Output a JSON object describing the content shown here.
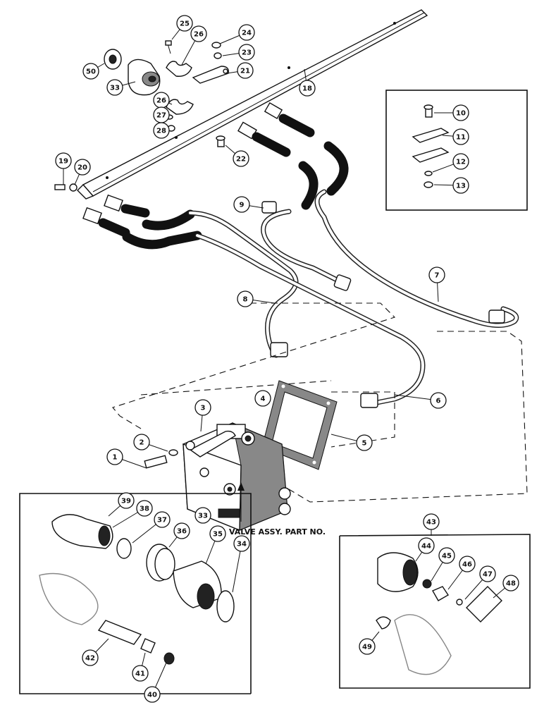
{
  "valve_label": "VALVE ASSY. PART NO.",
  "callouts": [
    {
      "id": "c1",
      "label": "1"
    },
    {
      "id": "c2",
      "label": "2"
    },
    {
      "id": "c3",
      "label": "3"
    },
    {
      "id": "c4",
      "label": "4"
    },
    {
      "id": "c5",
      "label": "5"
    },
    {
      "id": "c6",
      "label": "6"
    },
    {
      "id": "c7",
      "label": "7"
    },
    {
      "id": "c8",
      "label": "8"
    },
    {
      "id": "c9",
      "label": "9"
    },
    {
      "id": "c10",
      "label": "10"
    },
    {
      "id": "c11",
      "label": "11"
    },
    {
      "id": "c12",
      "label": "12"
    },
    {
      "id": "c13",
      "label": "13"
    },
    {
      "id": "c18",
      "label": "18"
    },
    {
      "id": "c19",
      "label": "19"
    },
    {
      "id": "c20",
      "label": "20"
    },
    {
      "id": "c21",
      "label": "21"
    },
    {
      "id": "c22",
      "label": "22"
    },
    {
      "id": "c23",
      "label": "23"
    },
    {
      "id": "c24",
      "label": "24"
    },
    {
      "id": "c25",
      "label": "25"
    },
    {
      "id": "c26a",
      "label": "26"
    },
    {
      "id": "c26b",
      "label": "26"
    },
    {
      "id": "c27",
      "label": "27"
    },
    {
      "id": "c28",
      "label": "28"
    },
    {
      "id": "c33a",
      "label": "33"
    },
    {
      "id": "c33b",
      "label": "33"
    },
    {
      "id": "c34",
      "label": "34"
    },
    {
      "id": "c35",
      "label": "35"
    },
    {
      "id": "c36",
      "label": "36"
    },
    {
      "id": "c37",
      "label": "37"
    },
    {
      "id": "c38",
      "label": "38"
    },
    {
      "id": "c39",
      "label": "39"
    },
    {
      "id": "c40",
      "label": "40"
    },
    {
      "id": "c41",
      "label": "41"
    },
    {
      "id": "c42",
      "label": "42"
    },
    {
      "id": "c43",
      "label": "43"
    },
    {
      "id": "c44",
      "label": "44"
    },
    {
      "id": "c45",
      "label": "45"
    },
    {
      "id": "c46",
      "label": "46"
    },
    {
      "id": "c47",
      "label": "47"
    },
    {
      "id": "c48",
      "label": "48"
    },
    {
      "id": "c49",
      "label": "49"
    },
    {
      "id": "c50",
      "label": "50"
    }
  ]
}
